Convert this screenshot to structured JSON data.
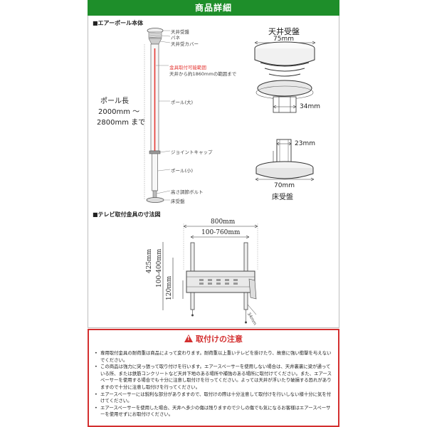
{
  "header": {
    "title": "商品詳細"
  },
  "sections": {
    "pole": "■エアーポール本体",
    "bracket": "■テレビ取付金具の寸法図"
  },
  "pole_labels": {
    "ceiling_mount": "天井受盤",
    "spring": "バネ",
    "ceiling_cover": "天井受カバー",
    "range_line1": "金具取付可能範囲",
    "range_line2": "天井から約1860mmの範囲まで",
    "pole_large": "ポール(大)",
    "joint_cap": "ジョイントキャップ",
    "pole_small": "ポール(小)",
    "height_bolt": "高さ調節ボルト",
    "floor_mount": "床受盤",
    "length_line1": "ポール長",
    "length_line2": "2000mm ～",
    "length_line3": "2800mm まで"
  },
  "detail_labels": {
    "ceiling_title": "天井受盤",
    "ceiling_width": "75mm",
    "ceiling_pipe": "34mm",
    "floor_pipe": "23mm",
    "floor_width": "70mm",
    "floor_title": "床受盤"
  },
  "bracket_labels": {
    "width_total": "800mm",
    "width_range": "100-760mm",
    "height_total": "425mm",
    "height_range": "100-400mm",
    "height_min": "120mm",
    "depth": "34mm"
  },
  "caution": {
    "title": "取付けの注意",
    "notes": [
      "専用取付金具の耐荷重は商品によって変わります。耐荷重以上重いテレビを掛けたり、故意に強い衝撃を与えないでください。",
      "この商品は強力に突っ張って取り付けを行います。エアースペーサーを使用しない場合は、天井裏裏に梁が通っている所、または鉄筋コンクリートなど天井下地のある場所や補強のある場所に取付けてください。また、エアースペーサーを使用する場合でも十分に注意し取付けを行ってください。よっては天井が浮いたり破損する恐れがありますので十分に注意し取付けを行ってください。",
      "エアースペーサーには鋭利な部分がありますので、取付けの際は十分注意して取付けを行いしない様十分に気を付けてください。",
      "エアースペーサーを使用した場合、天井へ多少の傷は残りますので少しの傷でも気になるお客様はエアースペーサーを使用せずにお取付けください。"
    ]
  },
  "colors": {
    "header_green": "#1e8e2a",
    "caution_red": "#d32f2f",
    "range_red": "#e53935"
  }
}
